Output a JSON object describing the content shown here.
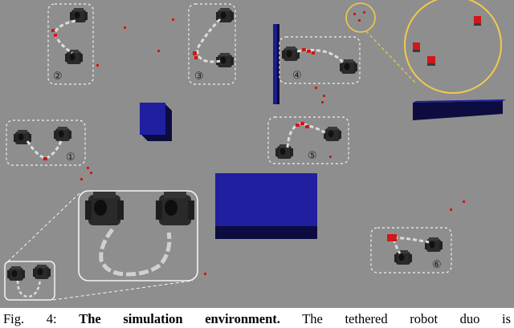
{
  "figure": {
    "robot_pair_labels": [
      "①",
      "②",
      "③",
      "④",
      "⑤",
      "⑥"
    ],
    "colors": {
      "floor": "#8e8e8e",
      "obstacle": "#1c1c8a",
      "obstacle_dark": "#0c0c40",
      "debris": "#d01818",
      "highlight_circle": "#f2c94c",
      "callout_border": "#f4f4f4"
    }
  },
  "caption": {
    "prefix": "Fig. 4:",
    "bold_title": "The simulation environment.",
    "rest": "The tethered robot duo is"
  }
}
